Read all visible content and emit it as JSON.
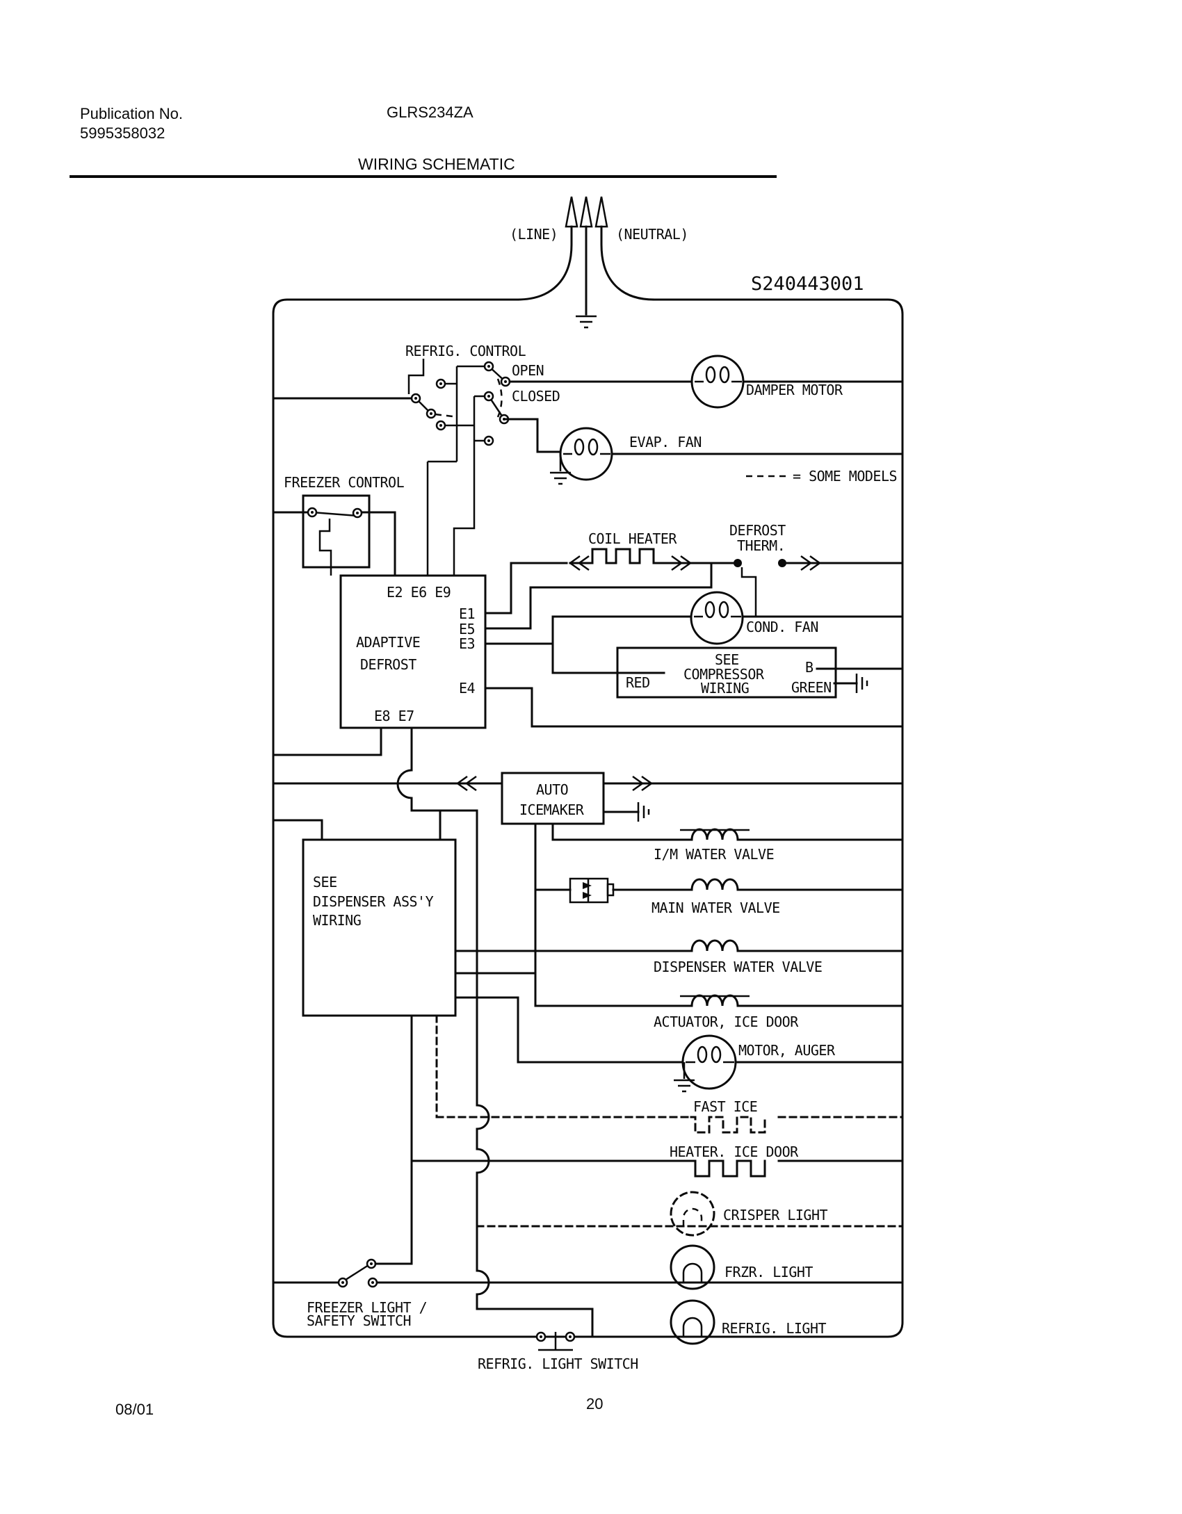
{
  "page": {
    "background": "#ffffff",
    "ink": "#0a0a0a"
  },
  "header": {
    "publication_label": "Publication No.",
    "publication_number": "5995358032",
    "model": "GLRS234ZA",
    "title": "WIRING SCHEMATIC"
  },
  "footer": {
    "date": "08/01",
    "page_number": "20"
  },
  "schematic": {
    "part_number": "S240443001",
    "power": {
      "line_label": "(LINE)",
      "neutral_label": "(NEUTRAL)"
    },
    "legend": {
      "dash_meaning": "= SOME MODELS"
    },
    "refrig_control": {
      "label": "REFRIG. CONTROL",
      "open": "OPEN",
      "closed": "CLOSED"
    },
    "freezer_control": {
      "label": "FREEZER CONTROL"
    },
    "damper_motor": {
      "label": "DAMPER MOTOR"
    },
    "evap_fan": {
      "label": "EVAP. FAN"
    },
    "coil_heater": {
      "label": "COIL HEATER"
    },
    "defrost_therm": {
      "line1": "DEFROST",
      "line2": "THERM."
    },
    "cond_fan": {
      "label": "COND. FAN"
    },
    "adaptive_defrost": {
      "line1": "ADAPTIVE",
      "line2": "DEFROST",
      "terminals_top": "E2 E6 E9",
      "terminal_e1": "E1",
      "terminal_e5": "E5",
      "terminal_e3": "E3",
      "terminal_e4": "E4",
      "terminals_bottom": "E8 E7"
    },
    "compressor_box": {
      "line1": "SEE",
      "line2": "COMPRESSOR",
      "line3": "WIRING",
      "red": "RED",
      "b": "B",
      "green": "GREEN"
    },
    "auto_icemaker": {
      "line1": "AUTO",
      "line2": "ICEMAKER"
    },
    "dispenser_box": {
      "line1": "SEE",
      "line2": "DISPENSER ASS'Y",
      "line3": "WIRING"
    },
    "im_water_valve": {
      "label": "I/M WATER VALVE"
    },
    "main_water_valve": {
      "label": "MAIN WATER VALVE"
    },
    "dispenser_water_valve": {
      "label": "DISPENSER WATER VALVE"
    },
    "actuator_ice_door": {
      "label": "ACTUATOR, ICE DOOR"
    },
    "motor_auger": {
      "label": "MOTOR, AUGER"
    },
    "fast_ice": {
      "label": "FAST ICE"
    },
    "heater_ice_door": {
      "label": "HEATER. ICE DOOR"
    },
    "crisper_light": {
      "label": "CRISPER LIGHT"
    },
    "frzr_light": {
      "label": "FRZR. LIGHT"
    },
    "refrig_light": {
      "label": "REFRIG. LIGHT"
    },
    "freezer_light_switch": {
      "line1": "FREEZER LIGHT /",
      "line2": "SAFETY SWITCH"
    },
    "refrig_light_switch": {
      "label": "REFRIG. LIGHT SWITCH"
    }
  }
}
